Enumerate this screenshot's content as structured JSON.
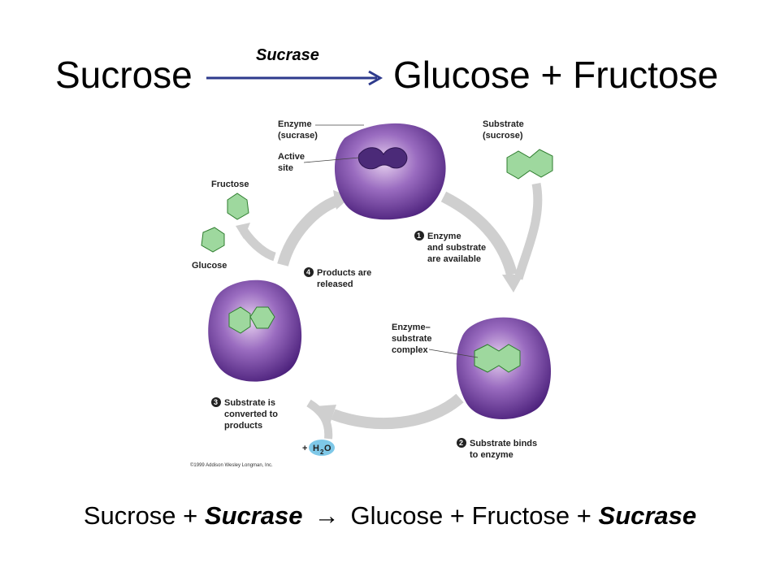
{
  "header": {
    "reactant": "Sucrose",
    "enzyme": "Sucrase",
    "products": "Glucose + Fructose"
  },
  "figure": {
    "enzyme_label_1": "Enzyme",
    "enzyme_label_2": "(sucrase)",
    "active_site_1": "Active",
    "active_site_2": "site",
    "substrate_label_1": "Substrate",
    "substrate_label_2": "(sucrose)",
    "fructose": "Fructose",
    "glucose": "Glucose",
    "complex_1": "Enzyme–",
    "complex_2": "substrate",
    "complex_3": "complex",
    "step1_num": "1",
    "step1_line1": "Enzyme",
    "step1_line2": "and substrate",
    "step1_line3": "are available",
    "step2_num": "2",
    "step2_line1": "Substrate binds",
    "step2_line2": "to enzyme",
    "step3_num": "3",
    "step3_line1": "Substrate is",
    "step3_line2": "converted to",
    "step3_line3": "products",
    "step4_num": "4",
    "step4_line1": "Products are",
    "step4_line2": "released",
    "water_plus": "+",
    "water_h": "H",
    "water_2": "2",
    "water_o": "O",
    "credit": "©1999 Addison Wesley Longman, Inc."
  },
  "equation": {
    "part1": "Sucrose + ",
    "part2": "Sucrase",
    "arrow": "→",
    "part3": "Glucose + Fructose + ",
    "part4": "Sucrase"
  },
  "colors": {
    "arrow_blue": "#2e3a8c",
    "enzyme_purple": "#5b2e8c",
    "substrate_green": "#3fa33f",
    "cycle_gray": "#c8c8c8",
    "water_blue": "#7ec8e8"
  }
}
